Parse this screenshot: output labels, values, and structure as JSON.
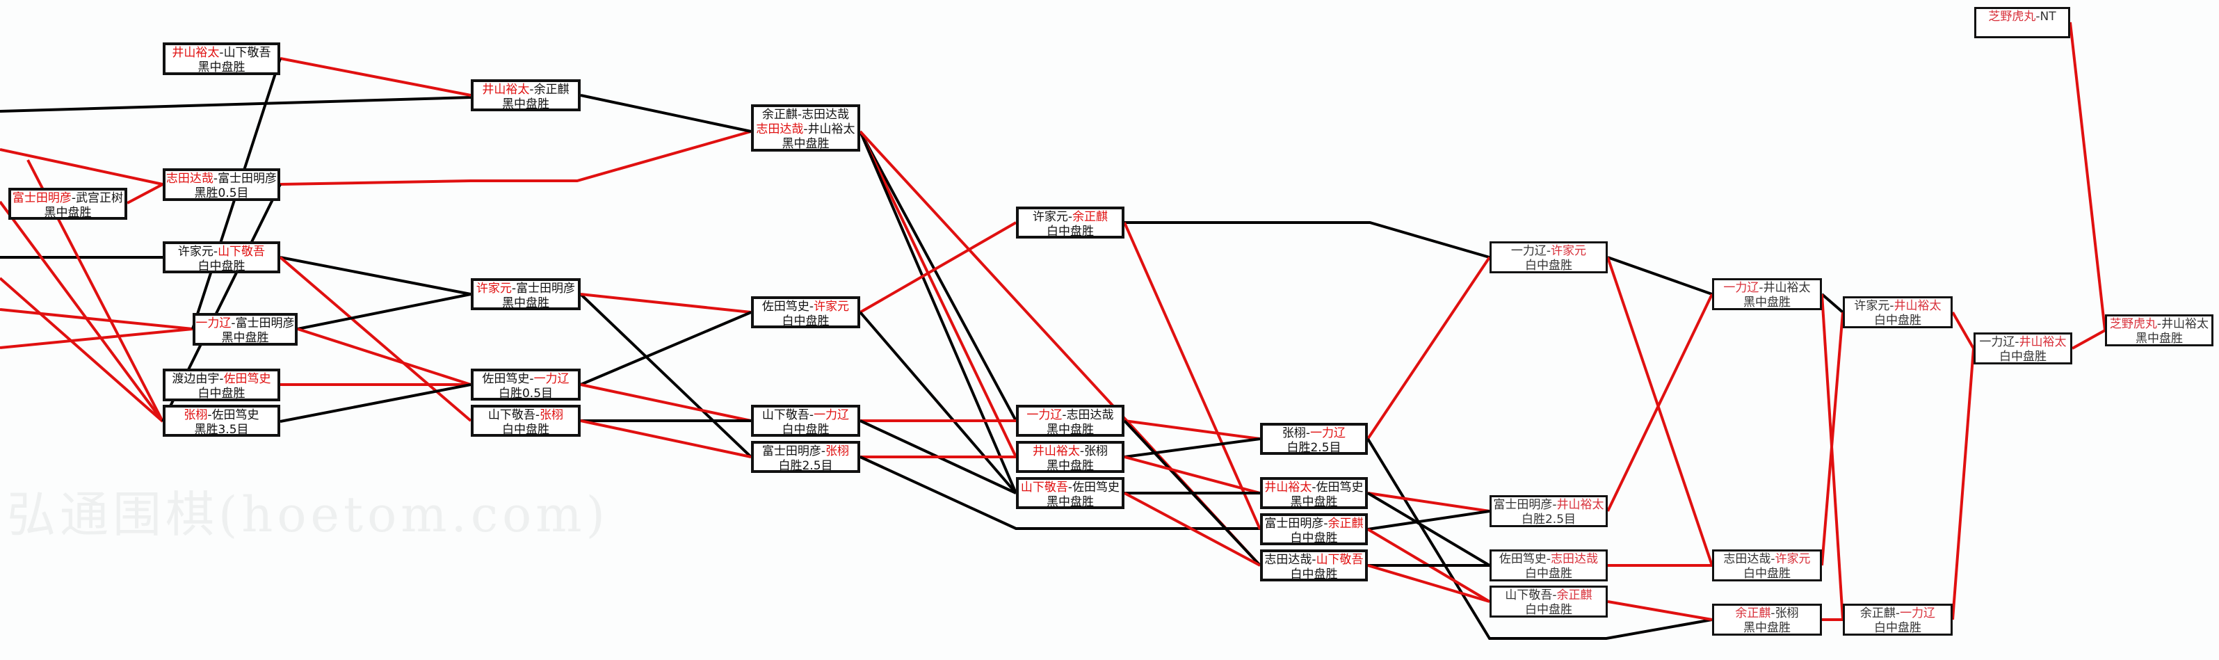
{
  "watermark": "弘通围棋(hoetom.com)",
  "colors": {
    "winner_text": "#e01010",
    "winner_line": "#e01010",
    "loser_line": "#000000",
    "border": "#111111"
  },
  "matches": [
    {
      "id": "A0",
      "black": "富士田明彦",
      "white": "武宫正树",
      "winner": "black",
      "result": "黑中盘胜"
    },
    {
      "id": "A1",
      "black": "井山裕太",
      "white": "山下敬吾",
      "winner": "black",
      "result": "黑中盘胜"
    },
    {
      "id": "A2",
      "black": "志田达哉",
      "white": "富士田明彦",
      "winner": "black",
      "result": "黑胜0.5目"
    },
    {
      "id": "A3",
      "black": "许家元",
      "white": "山下敬吾",
      "winner": "white",
      "result": "白中盘胜"
    },
    {
      "id": "A4",
      "black": "一力辽",
      "white": "富士田明彦",
      "winner": "black",
      "result": "黑中盘胜"
    },
    {
      "id": "A5",
      "black": "渡边由宇",
      "white": "佐田笃史",
      "winner": "white",
      "result": "白中盘胜"
    },
    {
      "id": "A6",
      "black": "张栩",
      "white": "佐田笃史",
      "winner": "black",
      "result": "黑胜3.5目"
    },
    {
      "id": "B1",
      "black": "井山裕太",
      "white": "余正麒",
      "winner": "black",
      "result": "黑中盘胜"
    },
    {
      "id": "B2",
      "black": "许家元",
      "white": "富士田明彦",
      "winner": "black",
      "result": "黑中盘胜"
    },
    {
      "id": "B3",
      "black": "佐田笃史",
      "white": "一力辽",
      "winner": "white",
      "result": "白胜0.5目"
    },
    {
      "id": "B4",
      "black": "山下敬吾",
      "white": "张栩",
      "winner": "white",
      "result": "白中盘胜"
    },
    {
      "id": "C1",
      "black": "志田达哉",
      "white": "井山裕太",
      "winner": "black",
      "result": "黑中盘胜",
      "overlap_label": "余正麒-志田达哉"
    },
    {
      "id": "C2",
      "black": "佐田笃史",
      "white": "许家元",
      "winner": "white",
      "result": "白中盘胜"
    },
    {
      "id": "C3",
      "black": "山下敬吾",
      "white": "一力辽",
      "winner": "white",
      "result": "白中盘胜"
    },
    {
      "id": "C4",
      "black": "富士田明彦",
      "white": "张栩",
      "winner": "white",
      "result": "白胜2.5目"
    },
    {
      "id": "D1",
      "black": "许家元",
      "white": "余正麒",
      "winner": "white",
      "result": "白中盘胜"
    },
    {
      "id": "D2",
      "black": "一力辽",
      "white": "志田达哉",
      "winner": "black",
      "result": "黑中盘胜"
    },
    {
      "id": "D3",
      "black": "井山裕太",
      "white": "张栩",
      "winner": "black",
      "result": "黑中盘胜"
    },
    {
      "id": "D4",
      "black": "山下敬吾",
      "white": "佐田笃史",
      "winner": "black",
      "result": "黑中盘胜"
    },
    {
      "id": "E1",
      "black": "张栩",
      "white": "一力辽",
      "winner": "white",
      "result": "白胜2.5目"
    },
    {
      "id": "E2",
      "black": "井山裕太",
      "white": "佐田笃史",
      "winner": "black",
      "result": "黑中盘胜"
    },
    {
      "id": "E3",
      "black": "富士田明彦",
      "white": "余正麒",
      "winner": "white",
      "result": "白中盘胜"
    },
    {
      "id": "E4",
      "black": "志田达哉",
      "white": "山下敬吾",
      "winner": "white",
      "result": "白中盘胜"
    },
    {
      "id": "F1",
      "black": "一力辽",
      "white": "许家元",
      "winner": "white",
      "result": "白中盘胜"
    },
    {
      "id": "F2",
      "black": "富士田明彦",
      "white": "井山裕太",
      "winner": "white",
      "result": "白胜2.5目"
    },
    {
      "id": "F3",
      "black": "佐田笃史",
      "white": "志田达哉",
      "winner": "white",
      "result": "白中盘胜"
    },
    {
      "id": "F4",
      "black": "山下敬吾",
      "white": "余正麒",
      "winner": "white",
      "result": "白中盘胜"
    },
    {
      "id": "G1",
      "black": "一力辽",
      "white": "井山裕太",
      "winner": "black",
      "result": "黑中盘胜"
    },
    {
      "id": "G2",
      "black": "志田达哉",
      "white": "许家元",
      "winner": "white",
      "result": "白中盘胜"
    },
    {
      "id": "G3",
      "black": "余正麒",
      "white": "张栩",
      "winner": "black",
      "result": "黑中盘胜"
    },
    {
      "id": "H1",
      "black": "许家元",
      "white": "井山裕太",
      "winner": "white",
      "result": "白中盘胜"
    },
    {
      "id": "H2",
      "black": "余正麒",
      "white": "一力辽",
      "winner": "white",
      "result": "白中盘胜"
    },
    {
      "id": "I1",
      "black": "一力辽",
      "white": "井山裕太",
      "winner": "white",
      "result": "白中盘胜"
    },
    {
      "id": "J1",
      "black": "芝野虎丸",
      "white": "井山裕太",
      "winner": "black",
      "result": "黑中盘胜"
    },
    {
      "id": "K1",
      "black": "芝野虎丸",
      "white": "NT",
      "winner": "black",
      "result": ""
    }
  ]
}
